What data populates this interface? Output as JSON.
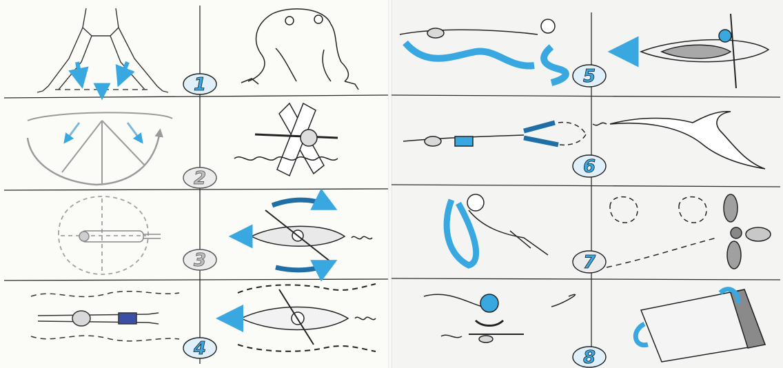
{
  "palette": {
    "accent": "#3aa8e0",
    "accent_dark": "#1f6fa6",
    "ink": "#1a1a1a",
    "pencil": "#8d8d8d",
    "badge_fill": "#dff0fa"
  },
  "sections": [
    {
      "number": "1",
      "analogy_icon": "frog-icon",
      "stroke_icon": "legs-kick-icon"
    },
    {
      "number": "2",
      "analogy_icon": "paddle-wheel-icon",
      "stroke_icon": "arm-circle-icon"
    },
    {
      "number": "3",
      "analogy_icon": "kayak-icon",
      "stroke_icon": "swimmer-topdown-icon"
    },
    {
      "number": "4",
      "analogy_icon": "kayak-icon",
      "stroke_icon": "swimmer-glide-icon"
    },
    {
      "number": "5",
      "analogy_icon": "kayak-icon",
      "stroke_icon": "freestyle-swimmer-icon"
    },
    {
      "number": "6",
      "analogy_icon": "dolphin-icon",
      "stroke_icon": "underwater-swimmer-icon"
    },
    {
      "number": "7",
      "analogy_icon": "propeller-icon",
      "stroke_icon": "swimmer-scull-icon"
    },
    {
      "number": "8",
      "analogy_icon": "rolling-cylinder-icon",
      "stroke_icon": "butterfly-swimmer-icon"
    }
  ]
}
